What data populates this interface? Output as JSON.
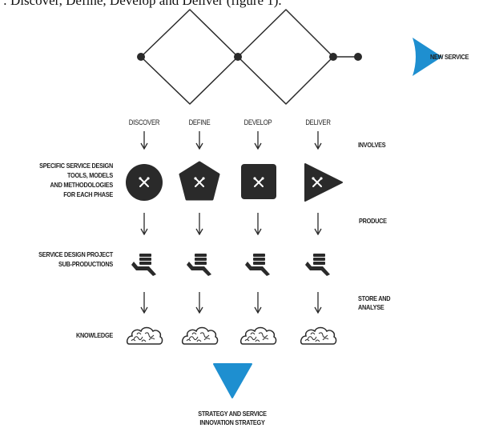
{
  "intro_text": ": Discover, Define, Develop and Deliver (figure 1).",
  "outcome_label": "NEW SERVICE",
  "phases": [
    "DISCOVER",
    "DEFINE",
    "DEVELOP",
    "DELIVER"
  ],
  "relations": {
    "involves": "INVOLVES",
    "produce": "PRODUCE",
    "store_line1": "STORE AND",
    "store_line2": "ANALYSE"
  },
  "rows": {
    "tools_line1": "SPECIFIC SERVICE DESIGN",
    "tools_line2": "TOOLS, MODELS",
    "tools_line3": "AND METHODOLOGIES",
    "tools_line4": "FOR EACH PHASE",
    "sub_line1": "SERVICE DESIGN PROJECT",
    "sub_line2": "SUB-PRODUCTIONS",
    "knowledge": "KNOWLEDGE"
  },
  "strategy_line1": "STRATEGY AND SERVICE",
  "strategy_line2": "INNOVATION STRATEGY",
  "colors": {
    "accent": "#1e8fd0",
    "ink": "#2a2a2a"
  }
}
